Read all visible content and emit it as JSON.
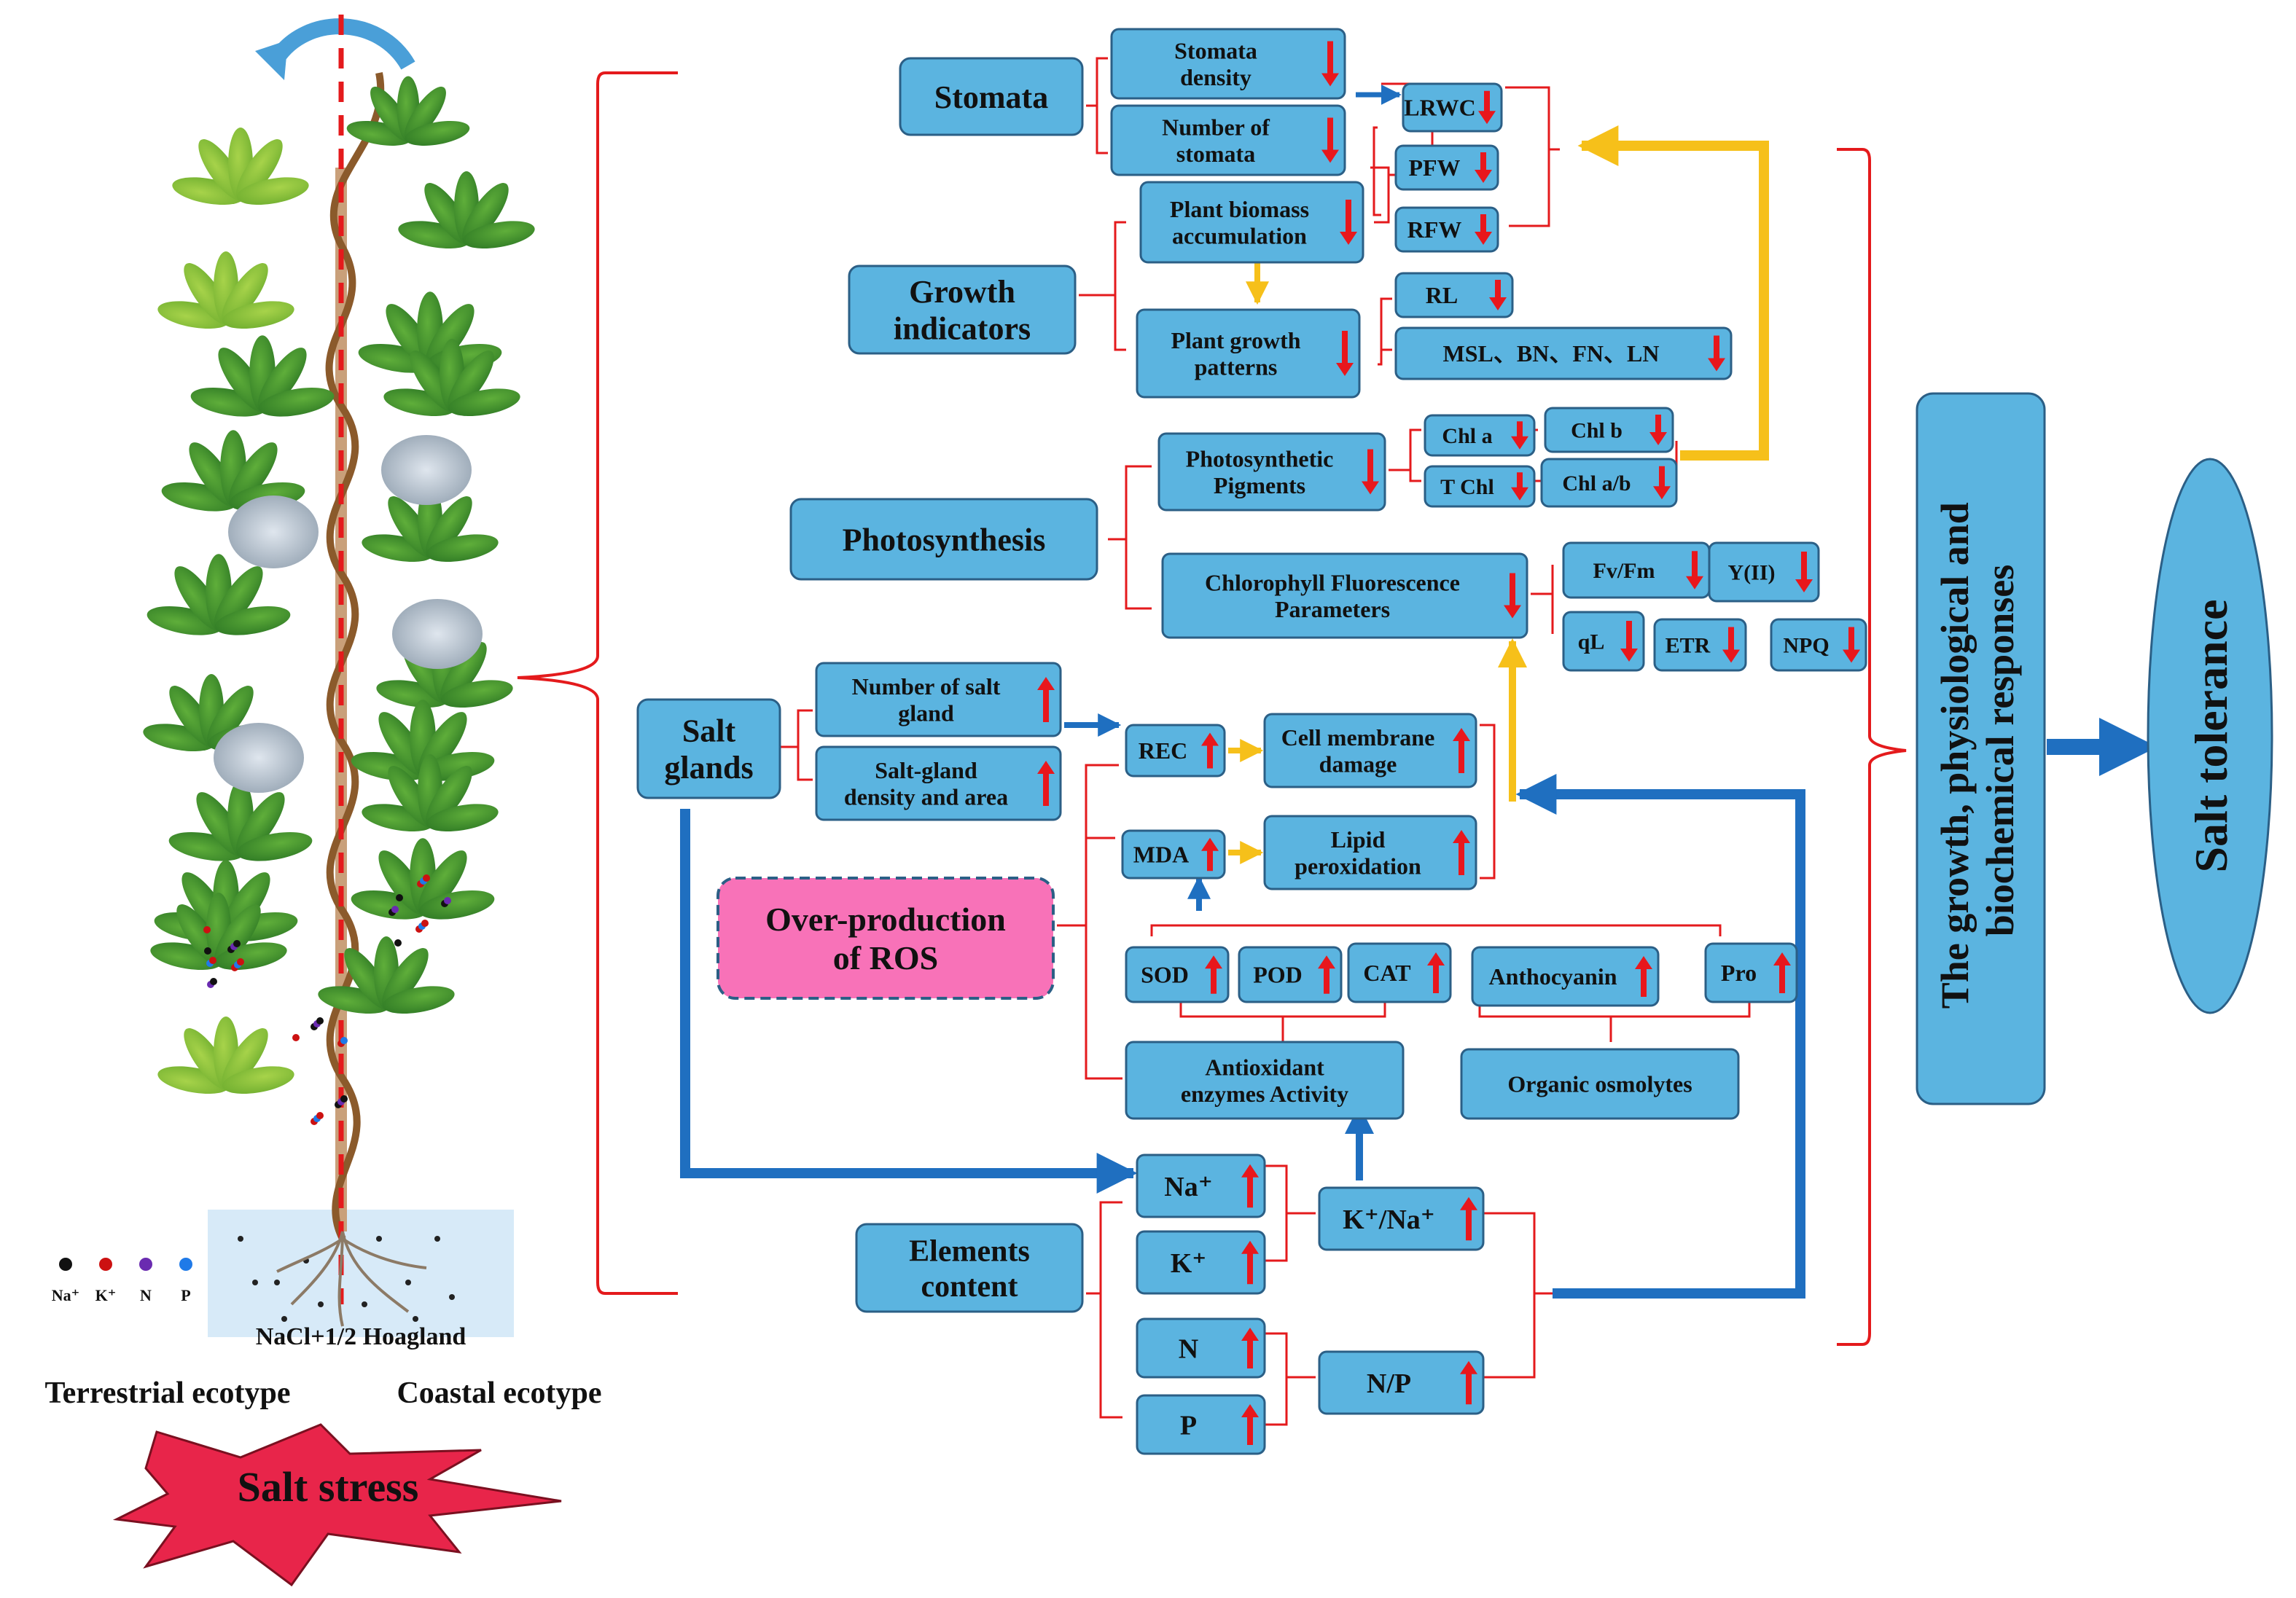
{
  "colors": {
    "box_fill": "#5bb4e0",
    "box_stroke": "#2b5f86",
    "bracket": "#e41a1c",
    "blue_arrow": "#1f6fc0",
    "yellow_arrow": "#f6c01a",
    "up_arrow": "#e8171c",
    "ros_fill": "#f872b8",
    "burst_fill": "#e8254a"
  },
  "plant": {
    "ion_legend": [
      {
        "label": "Na⁺",
        "color": "#111111"
      },
      {
        "label": "K⁺",
        "color": "#cc1111"
      },
      {
        "label": "N",
        "color": "#6a2bb0"
      },
      {
        "label": "P",
        "color": "#1f7ae8"
      }
    ],
    "solution": "NaCl+1/2 Hoagland",
    "left_ecotype": "Terrestrial ecotype",
    "right_ecotype": "Coastal ecotype",
    "stress": "Salt stress"
  },
  "categories": {
    "stomata": "Stomata",
    "growth": [
      "Growth",
      "indicators"
    ],
    "photosynthesis": "Photosynthesis",
    "salt_glands": [
      "Salt",
      "glands"
    ],
    "ros": [
      "Over-production",
      "of ROS"
    ],
    "elements": [
      "Elements",
      "content"
    ]
  },
  "boxes": {
    "stomata_density": [
      "Stomata",
      "density"
    ],
    "number_of_stomata": [
      "Number of",
      "stomata"
    ],
    "lrwc": "LRWC",
    "pfw": "PFW",
    "rfw": "RFW",
    "biomass": [
      "Plant biomass",
      "accumulation"
    ],
    "growth_patterns": [
      "Plant growth",
      "patterns"
    ],
    "rl": "RL",
    "msl": "MSL、BN、FN、LN",
    "pigments": [
      "Photosynthetic",
      "Pigments"
    ],
    "chl_a": "Chl a",
    "chl_b": "Chl b",
    "t_chl": "T Chl",
    "chl_ab": "Chl a/b",
    "fluorescence": [
      "Chlorophyll Fluorescence",
      "Parameters"
    ],
    "fvfm": "Fv/Fm",
    "yii": "Y(II)",
    "ql": "qL",
    "etr": "ETR",
    "npq": "NPQ",
    "num_salt_gland": [
      "Number of salt",
      "gland"
    ],
    "salt_gland_density": [
      "Salt-gland",
      "density and area"
    ],
    "rec": "REC",
    "membrane_damage": [
      "Cell membrane",
      "damage"
    ],
    "mda": "MDA",
    "lipid_peroxidation": [
      "Lipid",
      "peroxidation"
    ],
    "sod": "SOD",
    "pod": "POD",
    "cat": "CAT",
    "anthocyanin": "Anthocyanin",
    "pro": "Pro",
    "antioxidant": [
      "Antioxidant",
      "enzymes Activity"
    ],
    "osmolytes": "Organic osmolytes",
    "na": "Na⁺",
    "k": "K⁺",
    "kna": "K⁺/Na⁺",
    "n": "N",
    "p": "P",
    "np": "N/P"
  },
  "summary": {
    "responses": [
      "The growth, physiological and",
      "biochemical responses"
    ],
    "tolerance": "Salt tolerance"
  },
  "trends": {
    "stomata_density": "down",
    "number_of_stomata": "down",
    "lrwc": "down",
    "pfw": "down",
    "rfw": "down",
    "biomass": "down",
    "growth_patterns": "down",
    "rl": "down",
    "msl": "down",
    "pigments": "down",
    "chl_a": "down",
    "chl_b": "down",
    "t_chl": "down",
    "chl_ab": "down",
    "fluorescence": "down",
    "fvfm": "down",
    "yii": "down",
    "ql": "down",
    "etr": "down",
    "npq": "down",
    "num_salt_gland": "up",
    "salt_gland_density": "up",
    "rec": "up",
    "membrane_damage": "up",
    "mda": "up",
    "lipid_peroxidation": "up",
    "sod": "up",
    "pod": "up",
    "cat": "up",
    "anthocyanin": "up",
    "pro": "up",
    "na": "up",
    "k": "up",
    "kna": "up",
    "n": "up",
    "p": "up",
    "np": "up"
  }
}
